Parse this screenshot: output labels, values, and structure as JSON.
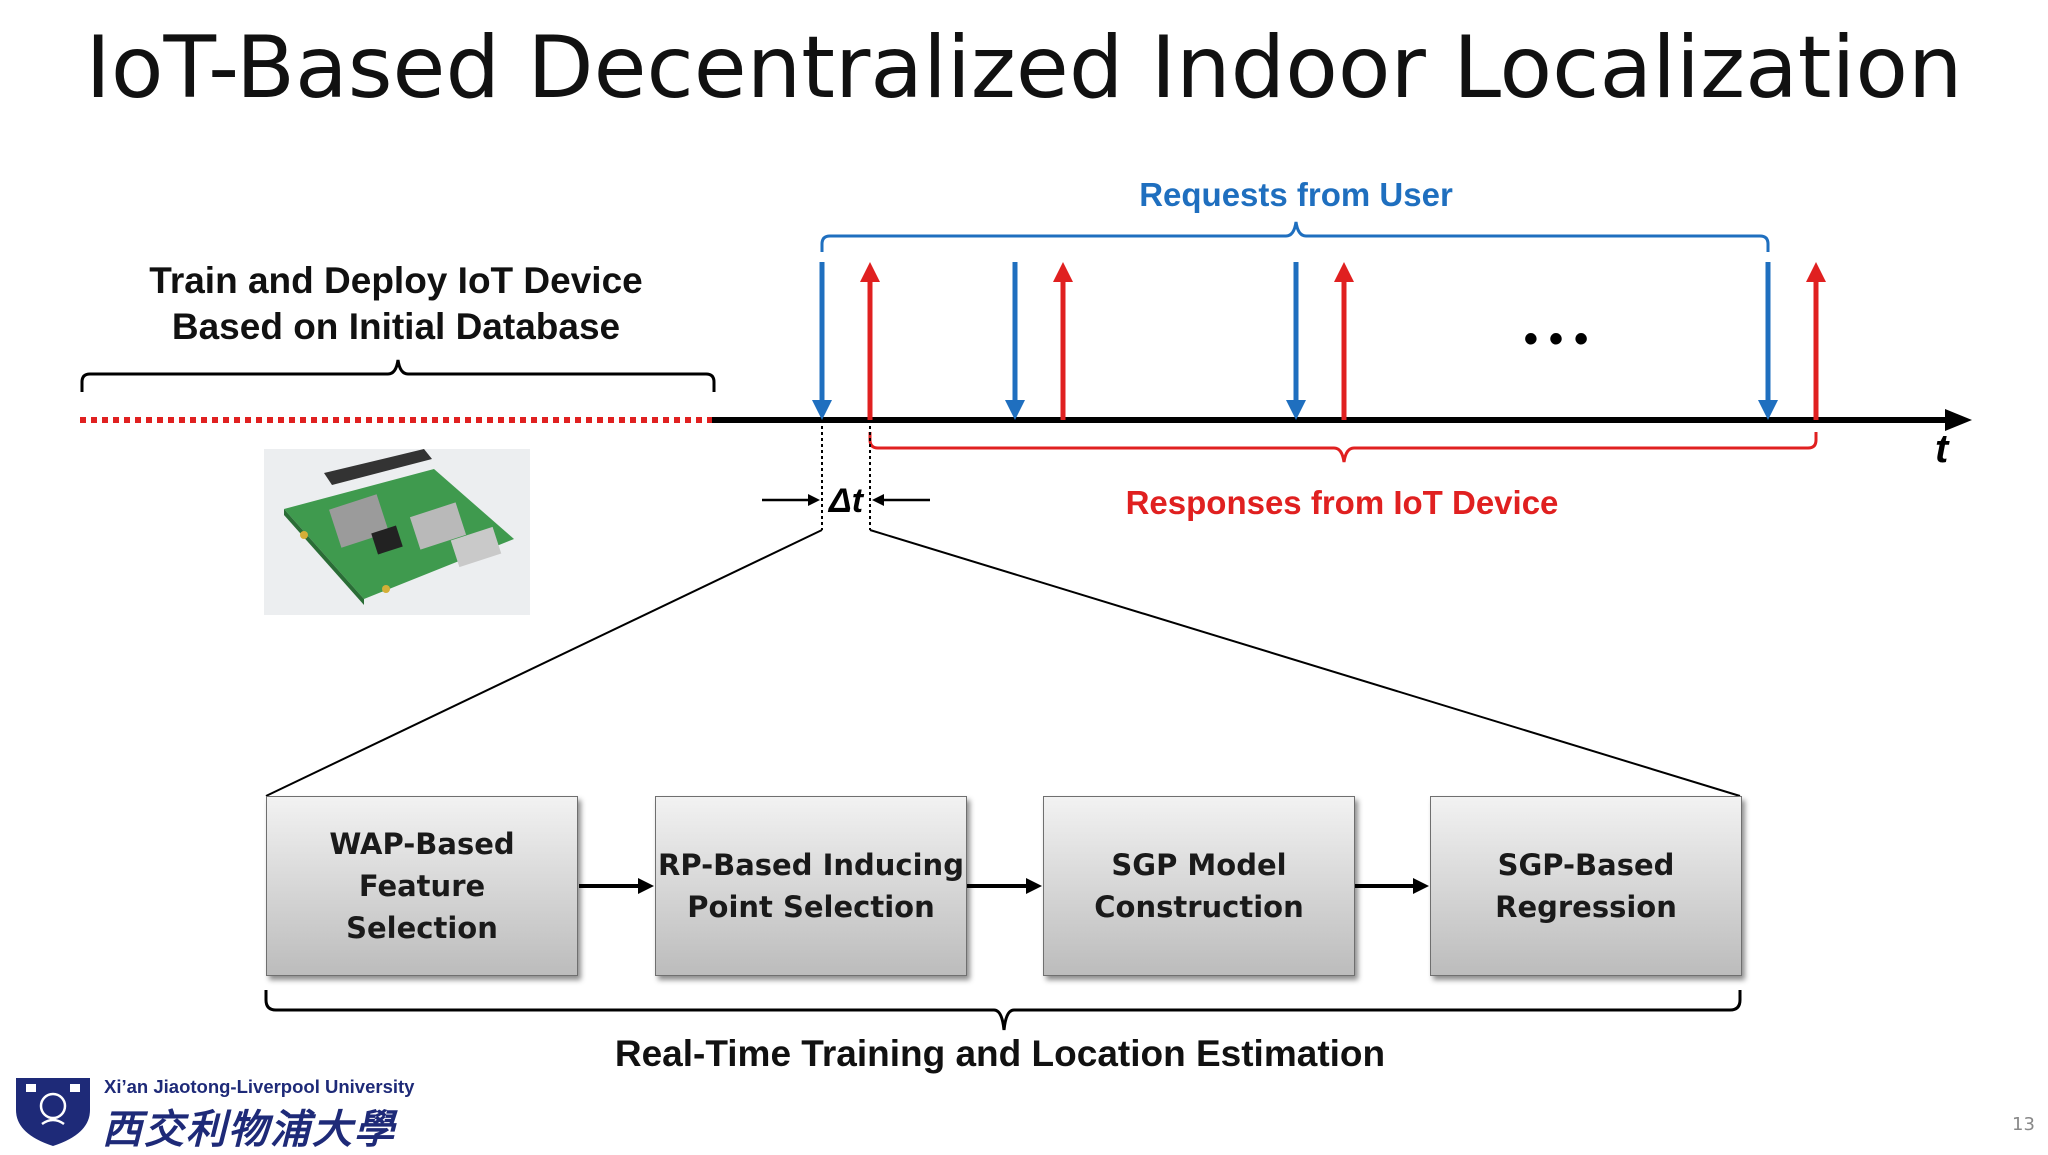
{
  "slide": {
    "title": "IoT-Based Decentralized Indoor Localization",
    "page_number": "13"
  },
  "timeline": {
    "train_label_line1": "Train and Deploy IoT Device",
    "train_label_line2": "Based on Initial Database",
    "requests_label": "Requests from User",
    "responses_label": "Responses from IoT Device",
    "ellipsis": "• • •",
    "axis_label": "t",
    "delta_label": "Δt",
    "request_color": "#1f6fbf",
    "response_color": "#e02020"
  },
  "steps": [
    {
      "line1": "WAP-Based Feature",
      "line2": "Selection"
    },
    {
      "line1": "RP-Based Inducing",
      "line2": "Point Selection"
    },
    {
      "line1": "SGP Model",
      "line2": "Construction"
    },
    {
      "line1": "SGP-Based",
      "line2": "Regression"
    }
  ],
  "bottom_label": "Real-Time Training and Location Estimation",
  "university": {
    "name_en": "Xi’an Jiaotong-Liverpool University",
    "name_cn": "西交利物浦大學",
    "brand_color": "#1e2a78"
  },
  "device_image": {
    "icon": "raspberry-pi-board-image"
  }
}
